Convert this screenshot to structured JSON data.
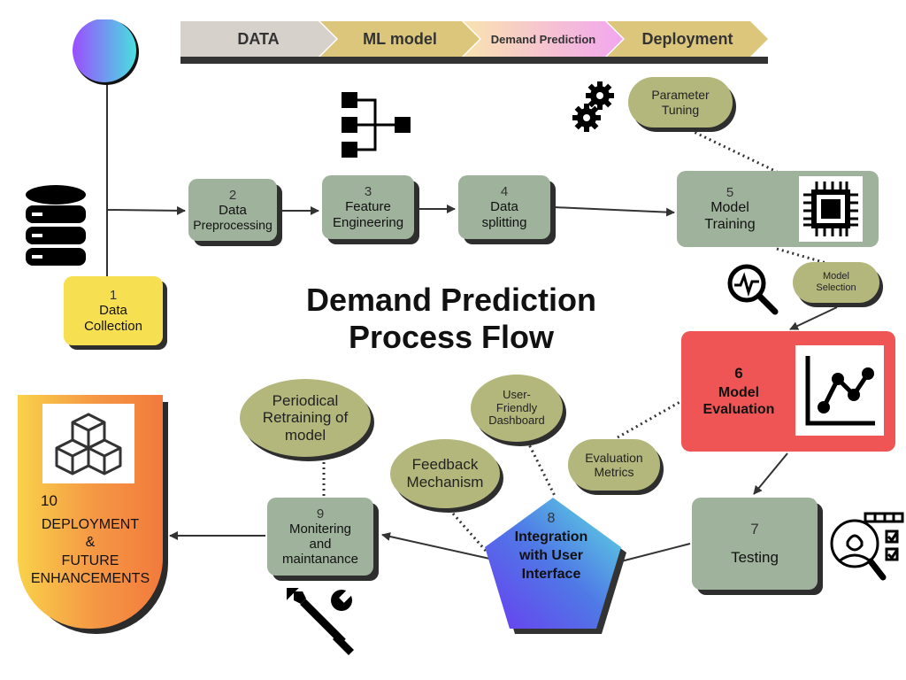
{
  "banner": {
    "stage1": "DATA",
    "stage2": "ML model",
    "stage3": "Demand Prediction",
    "stage4": "Deployment"
  },
  "title": {
    "line1": "Demand Prediction",
    "line2": "Process Flow"
  },
  "steps": {
    "s1": {
      "num": "1",
      "line1": "Data",
      "line2": "Collection"
    },
    "s2": {
      "num": "2",
      "line1": "Data",
      "line2": "Preprocessing"
    },
    "s3": {
      "num": "3",
      "line1": "Feature",
      "line2": "Engineering"
    },
    "s4": {
      "num": "4",
      "line1": "Data",
      "line2": "splitting"
    },
    "s5": {
      "num": "5",
      "line1": "Model",
      "line2": "Training"
    },
    "s6": {
      "num": "6",
      "line1": "Model",
      "line2": "Evaluation"
    },
    "s7": {
      "num": "7",
      "line1": "Testing"
    },
    "s8": {
      "num": "8",
      "line1": "Integration",
      "line2": "with User",
      "line3": "Interface"
    },
    "s9": {
      "num": "9",
      "line1": "Monitering",
      "line2": "and",
      "line3": "maintanance"
    },
    "s10": {
      "num": "10",
      "line1": "DEPLOYMENT",
      "line2": "&",
      "line3": "FUTURE",
      "line4": "ENHANCEMENTS"
    }
  },
  "notes": {
    "param": {
      "line1": "Parameter",
      "line2": "Tuning"
    },
    "selection": {
      "line1": "Model",
      "line2": "Selection"
    },
    "metrics": {
      "line1": "Evaluation",
      "line2": "Metrics"
    },
    "dashboard": {
      "line1": "User-",
      "line2": "Friendly",
      "line3": "Dashboard"
    },
    "feedback": {
      "line1": "Feedback",
      "line2": "Mechanism"
    },
    "retraining": {
      "line1": "Periodical",
      "line2": "Retraining of",
      "line3": "model"
    }
  },
  "colors": {
    "step_green": "#9fb39c",
    "note_olive": "#b4b77c",
    "collection_yellow": "#f6df50",
    "evaluation_red": "#f05555",
    "banner_grey": "#d7d1cb",
    "banner_gold": "#dcc67c",
    "banner_pink": "#f2a6ef",
    "pentagon_blue": "#4f79e6"
  },
  "icons": [
    "gradient-circle-icon",
    "database-icon",
    "hierarchy-icon",
    "gears-icon",
    "cpu-chip-icon",
    "analytics-magnifier-icon",
    "line-chart-icon",
    "person-checklist-icon",
    "wrench-screwdriver-icon",
    "cubes-icon"
  ]
}
